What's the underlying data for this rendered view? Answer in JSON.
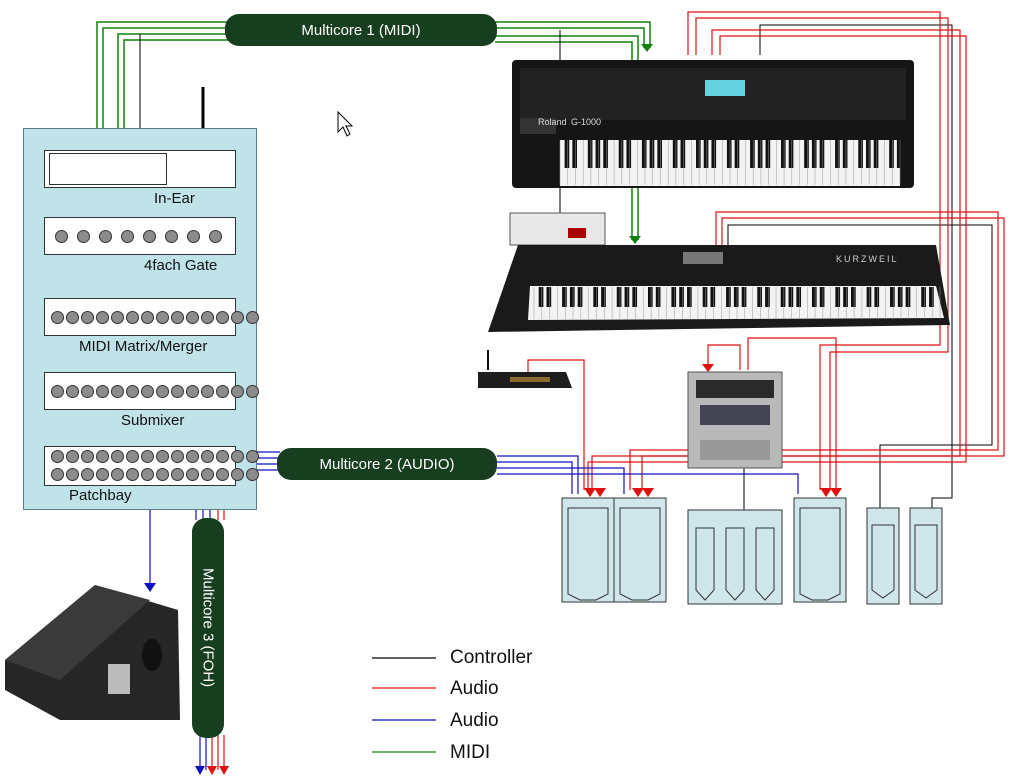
{
  "multicores": {
    "midi": "Multicore 1 (MIDI)",
    "audio": "Multicore 2 (AUDIO)",
    "foh": "Multicore 3 (FOH)"
  },
  "rack": {
    "in_ear": "In-Ear",
    "gate": "4fach Gate",
    "midi_matrix": "MIDI Matrix/Merger",
    "submixer": "Submixer",
    "patchbay": "Patchbay"
  },
  "devices": {
    "roland_brand": "Roland",
    "roland_model": "G-1000",
    "kurzweil_brand": "KURZWEIL"
  },
  "legend": [
    {
      "label": "Controller",
      "color": "#000000"
    },
    {
      "label": "Audio",
      "color": "#e01010"
    },
    {
      "label": "Audio",
      "color": "#1010c0"
    },
    {
      "label": "MIDI",
      "color": "#108010"
    }
  ],
  "colors": {
    "controller": "#000000",
    "audio_red": "#e01010",
    "audio_blue": "#1010c0",
    "midi": "#108010",
    "rack_bg": "#bfe3e8",
    "multicore": "#173f1f"
  }
}
